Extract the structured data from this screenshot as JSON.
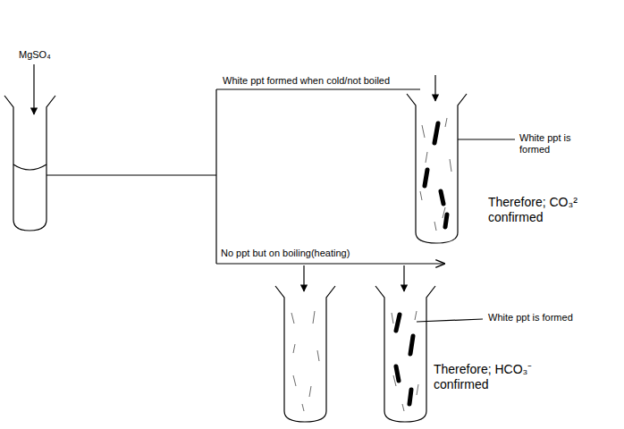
{
  "diagram": {
    "labels": [
      "MgSO₄",
      "White ppt formed when cold/not boiled",
      "White ppt is formed",
      "Therefore; CO₃² confirmed",
      "No ppt but on boiling(heating)",
      "White ppt is formed",
      "Therefore; HCO₃⁻ confirmed"
    ]
  }
}
